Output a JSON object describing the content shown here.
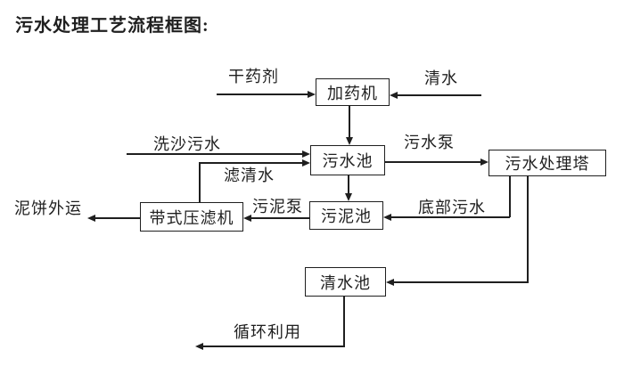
{
  "title": "污水处理工艺流程框图:",
  "colors": {
    "ink": "#1f1f1f",
    "background": "#ffffff"
  },
  "nodes": {
    "dosing_machine": "加药机",
    "sewage_pool": "污水池",
    "treatment_tower": "污水处理塔",
    "sludge_pool": "污泥池",
    "belt_filter_press": "带式压滤机",
    "clean_water_pool": "清水池"
  },
  "flow_labels": {
    "dry_chemical": "干药剂",
    "clean_water": "清水",
    "sand_washing_sewage": "洗沙污水",
    "filtered_water": "滤清水",
    "sewage_pump": "污水泵",
    "bottom_sewage": "底部污水",
    "sludge_pump": "污泥泵",
    "mud_cake_outbound": "泥饼外运",
    "recycling": "循环利用"
  },
  "edges": [
    {
      "from": "dry_chemical",
      "to": "dosing_machine"
    },
    {
      "from": "clean_water",
      "to": "dosing_machine"
    },
    {
      "from": "dosing_machine",
      "to": "sewage_pool"
    },
    {
      "from": "sand_washing_sewage",
      "to": "sewage_pool"
    },
    {
      "from": "sewage_pool",
      "to": "treatment_tower",
      "via": "sewage_pump"
    },
    {
      "from": "sewage_pool",
      "to": "sludge_pool"
    },
    {
      "from": "treatment_tower",
      "to": "sludge_pool",
      "via": "bottom_sewage"
    },
    {
      "from": "treatment_tower",
      "to": "clean_water_pool"
    },
    {
      "from": "sludge_pool",
      "to": "belt_filter_press",
      "via": "sludge_pump"
    },
    {
      "from": "belt_filter_press",
      "to": "sewage_pool",
      "via": "filtered_water"
    },
    {
      "from": "belt_filter_press",
      "to": "mud_cake_outbound"
    },
    {
      "from": "clean_water_pool",
      "to": "recycling"
    }
  ]
}
